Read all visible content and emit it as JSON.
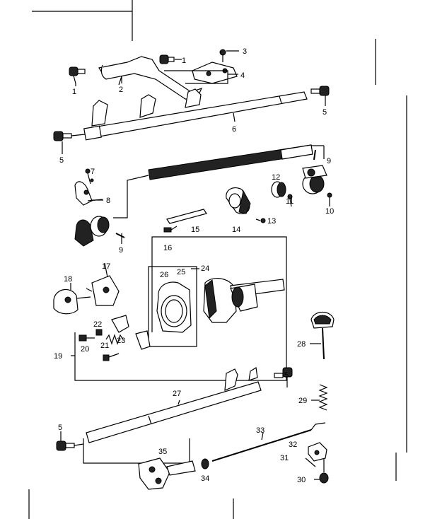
{
  "diagram": {
    "callouts": [
      {
        "id": "c1a",
        "text": "1"
      },
      {
        "id": "c1b",
        "text": "1"
      },
      {
        "id": "c2",
        "text": "2"
      },
      {
        "id": "c3",
        "text": "3"
      },
      {
        "id": "c4",
        "text": "4"
      },
      {
        "id": "c5a",
        "text": "5"
      },
      {
        "id": "c5b",
        "text": "5"
      },
      {
        "id": "c5c",
        "text": "5"
      },
      {
        "id": "c5d",
        "text": "5"
      },
      {
        "id": "c6",
        "text": "6"
      },
      {
        "id": "c7",
        "text": "7"
      },
      {
        "id": "c8",
        "text": "8"
      },
      {
        "id": "c9a",
        "text": "9"
      },
      {
        "id": "c9b",
        "text": "9"
      },
      {
        "id": "c10",
        "text": "10"
      },
      {
        "id": "c11",
        "text": "11"
      },
      {
        "id": "c12",
        "text": "12"
      },
      {
        "id": "c13",
        "text": "13"
      },
      {
        "id": "c14",
        "text": "14"
      },
      {
        "id": "c15",
        "text": "15"
      },
      {
        "id": "c16",
        "text": "16"
      },
      {
        "id": "c17",
        "text": "17"
      },
      {
        "id": "c18",
        "text": "18"
      },
      {
        "id": "c19",
        "text": "19"
      },
      {
        "id": "c20",
        "text": "20"
      },
      {
        "id": "c21",
        "text": "21"
      },
      {
        "id": "c22",
        "text": "22"
      },
      {
        "id": "c23",
        "text": "23"
      },
      {
        "id": "c24",
        "text": "24"
      },
      {
        "id": "c25",
        "text": "25"
      },
      {
        "id": "c26",
        "text": "26"
      },
      {
        "id": "c27",
        "text": "27"
      },
      {
        "id": "c28",
        "text": "28"
      },
      {
        "id": "c29",
        "text": "29"
      },
      {
        "id": "c30",
        "text": "30"
      },
      {
        "id": "c31",
        "text": "31"
      },
      {
        "id": "c32",
        "text": "32"
      },
      {
        "id": "c33",
        "text": "33"
      },
      {
        "id": "c34",
        "text": "34"
      },
      {
        "id": "c35",
        "text": "35"
      }
    ]
  }
}
